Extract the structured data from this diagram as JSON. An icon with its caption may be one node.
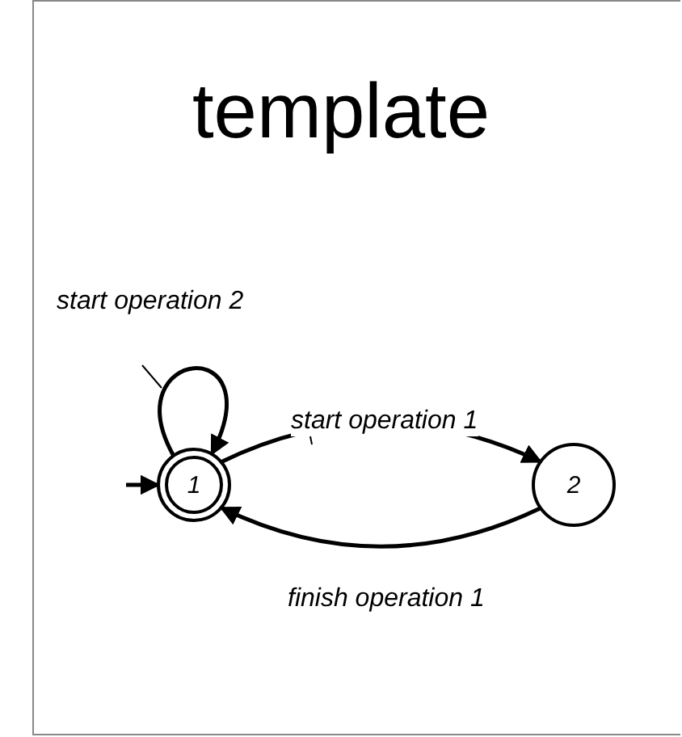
{
  "diagram": {
    "title": "template",
    "nodes": [
      {
        "text": [
          "1"
        ]
      },
      {
        "text": [
          "2"
        ]
      }
    ],
    "edges": [
      {
        "from": null,
        "to": 0,
        "arrow": "to"
      },
      {
        "from": 0,
        "to": 0,
        "label": "start operation 2",
        "arrow": "to"
      },
      {
        "from": 0,
        "to": 1,
        "label": "start operation 1",
        "arrow": "to"
      },
      {
        "from": 1,
        "to": 0,
        "label": "finish operation 1",
        "arrow": "to"
      }
    ]
  }
}
